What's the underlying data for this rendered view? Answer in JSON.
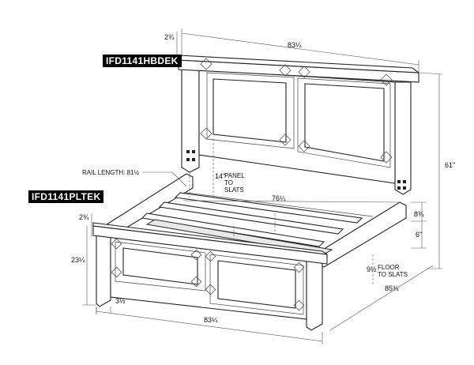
{
  "labels": {
    "headboard_model": "IFD1141HBDEK",
    "footboard_model": "IFD1141PLTEK"
  },
  "dimensions": {
    "headboard_width": "83¼",
    "headboard_top_thickness": "2¾",
    "total_height": "61\"",
    "panel_to_slats": "14\"",
    "panel_to_slats_text": "PANEL TO SLATS",
    "rail_length": "RAIL LENGTH: 81½",
    "inner_width": "76¼",
    "rail_height": "8¾",
    "rail_offset": "6\"",
    "footboard_top_thickness": "2¾",
    "footboard_height": "23¼",
    "floor_to_slats": "9½",
    "floor_to_slats_text": "FLOOR TO SLATS",
    "total_length": "85¾",
    "post_width": "3½",
    "footboard_width": "83¼"
  }
}
